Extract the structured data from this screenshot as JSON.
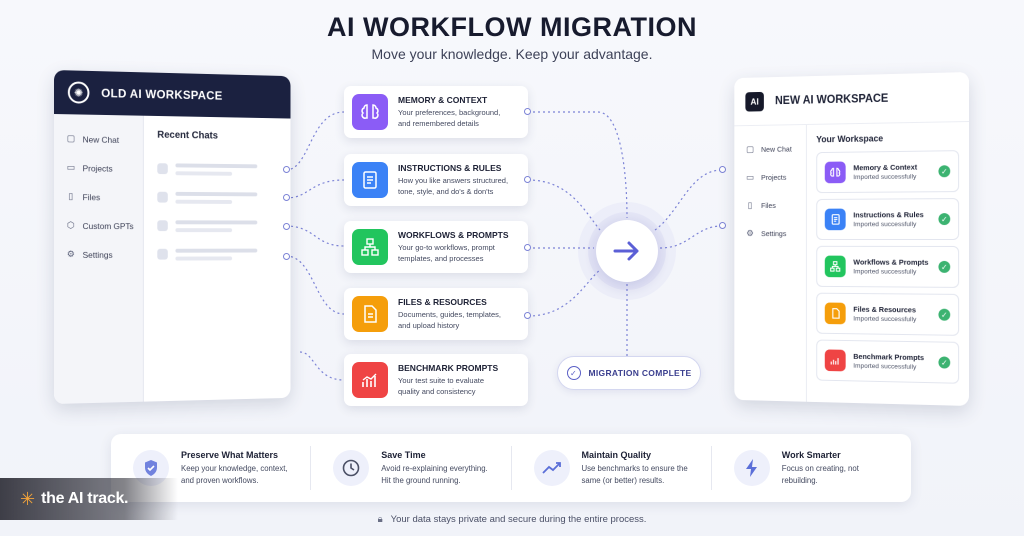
{
  "header": {
    "title": "AI WORKFLOW MIGRATION",
    "subtitle": "Move your knowledge. Keep your advantage."
  },
  "old_workspace": {
    "title": "OLD AI WORKSPACE",
    "nav": [
      {
        "label": "New Chat",
        "icon": "chat-icon"
      },
      {
        "label": "Projects",
        "icon": "folder-icon"
      },
      {
        "label": "Files",
        "icon": "file-icon"
      },
      {
        "label": "Custom GPTs",
        "icon": "cube-icon"
      },
      {
        "label": "Settings",
        "icon": "gear-icon"
      }
    ],
    "recent_title": "Recent Chats"
  },
  "items": [
    {
      "title": "MEMORY & CONTEXT",
      "desc1": "Your preferences, background,",
      "desc2": "and remembered details",
      "color": "#8b5cf6",
      "icon": "brain-icon"
    },
    {
      "title": "INSTRUCTIONS & RULES",
      "desc1": "How you like answers structured,",
      "desc2": "tone, style, and do's & don'ts",
      "color": "#3b82f6",
      "icon": "document-icon"
    },
    {
      "title": "WORKFLOWS & PROMPTS",
      "desc1": "Your go-to workflows, prompt",
      "desc2": "templates, and processes",
      "color": "#22c55e",
      "icon": "flowchart-icon"
    },
    {
      "title": "FILES & RESOURCES",
      "desc1": "Documents, guides, templates,",
      "desc2": "and upload history",
      "color": "#f59e0b",
      "icon": "file-icon"
    },
    {
      "title": "BENCHMARK PROMPTS",
      "desc1": "Your test suite to evaluate",
      "desc2": "quality and consistency",
      "color": "#ef4444",
      "icon": "chart-icon"
    }
  ],
  "migration": {
    "label": "MIGRATION COMPLETE",
    "accent": "#5b5fd6"
  },
  "new_workspace": {
    "title": "NEW AI WORKSPACE",
    "logo": "AI",
    "nav": [
      {
        "label": "New Chat",
        "icon": "chat-icon"
      },
      {
        "label": "Projects",
        "icon": "folder-icon"
      },
      {
        "label": "Files",
        "icon": "file-icon"
      },
      {
        "label": "Settings",
        "icon": "gear-icon"
      }
    ],
    "section_title": "Your Workspace",
    "imports": [
      {
        "name": "Memory & Context",
        "status": "Imported successfully"
      },
      {
        "name": "Instructions & Rules",
        "status": "Imported successfully"
      },
      {
        "name": "Workflows & Prompts",
        "status": "Imported successfully"
      },
      {
        "name": "Files & Resources",
        "status": "Imported successfully"
      },
      {
        "name": "Benchmark Prompts",
        "status": "Imported successfully"
      }
    ]
  },
  "features": [
    {
      "title": "Preserve What Matters",
      "line1": "Keep your knowledge, context,",
      "line2": "and proven workflows.",
      "icon": "shield-icon"
    },
    {
      "title": "Save Time",
      "line1": "Avoid re-explaining everything.",
      "line2": "Hit the ground running.",
      "icon": "clock-icon"
    },
    {
      "title": "Maintain Quality",
      "line1": "Use benchmarks to ensure the",
      "line2": "same (or better) results.",
      "icon": "trend-icon"
    },
    {
      "title": "Work Smarter",
      "line1": "Focus on creating, not",
      "line2": "rebuilding.",
      "icon": "lightning-icon"
    }
  ],
  "footer": {
    "privacy": "Your data stays private and secure during the entire process."
  },
  "brand": {
    "name": "the AI track."
  }
}
